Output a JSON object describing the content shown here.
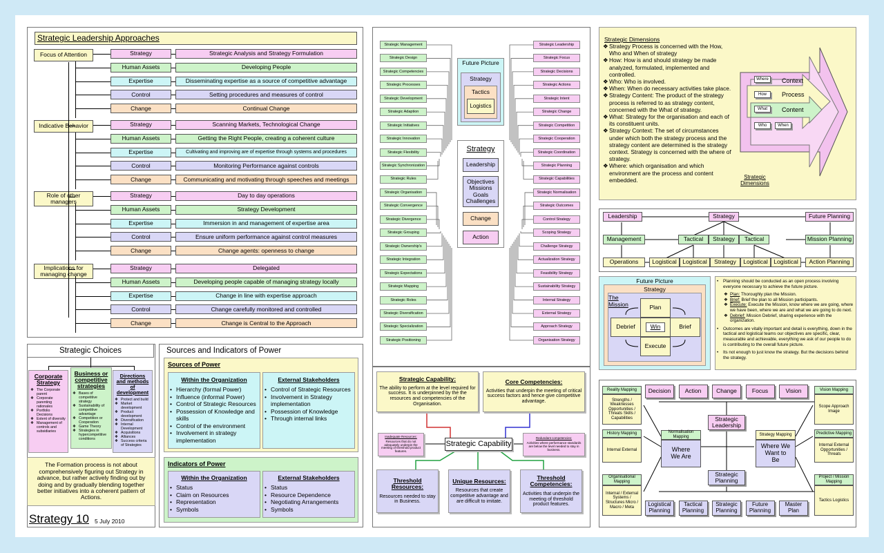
{
  "leadership": {
    "title": "Strategic Leadership Approaches",
    "groups": [
      {
        "name": "Focus of Attention",
        "rows": [
          [
            "Strategy",
            "Strategic Analysis and Strategy Formulation"
          ],
          [
            "Human Assets",
            "Developing People"
          ],
          [
            "Expertise",
            "Disseminating expertise as a source of competitive advantage"
          ],
          [
            "Control",
            "Setting procedures and measures of control"
          ],
          [
            "Change",
            "Continual Change"
          ]
        ]
      },
      {
        "name": "Indicative Behavior",
        "rows": [
          [
            "Strategy",
            "Scanning Markets, Technological Change"
          ],
          [
            "Human Assets",
            "Getting the Right People, creating a coherent culture"
          ],
          [
            "Expertise",
            "Cultivating and improving are of expertise through systems and procedures"
          ],
          [
            "Control",
            "Monitoring Performance against controls"
          ],
          [
            "Change",
            "Communicating and motivating through speeches and meetings"
          ]
        ]
      },
      {
        "name": "Role of other managers",
        "rows": [
          [
            "Strategy",
            "Day to day operations"
          ],
          [
            "Human Assets",
            "Strategy Development"
          ],
          [
            "Expertise",
            "Immersion in and management of expertise area"
          ],
          [
            "Control",
            "Ensure uniform performance against control measures"
          ],
          [
            "Change",
            "Change agents: openness to change"
          ]
        ]
      },
      {
        "name": "Implications for managing change",
        "rows": [
          [
            "Strategy",
            "Delegated"
          ],
          [
            "Human Assets",
            "Developing people capable of managing strategy locally"
          ],
          [
            "Expertise",
            "Change in line with expertise approach"
          ],
          [
            "Control",
            "Change carefully monitored and controlled"
          ],
          [
            "Change",
            "Change is Central to the Approach"
          ]
        ]
      }
    ]
  },
  "choices": {
    "title": "Strategic Choices",
    "cols": [
      {
        "head": "Corporate Strategy",
        "items": [
          "The Corporate parent",
          "Corporate parenting rationales",
          "Portfolio Decisions",
          "Extent of diversity",
          "Management of controls and subsidiaries"
        ]
      },
      {
        "head": "Business or competitive strategies",
        "items": [
          "Bases of competitive strategy",
          "Sustainability of competitive advantage",
          "Competition or Cooperation",
          "Game Theory",
          "Strategies in hypercompetitive conditions"
        ]
      },
      {
        "head": "Directions and methods of development",
        "items": [
          "Protect and build",
          "Market development",
          "Product development",
          "Diversification",
          "Internal Development",
          "Acquisitions",
          "Alliances",
          "Success criteria of Strategies"
        ]
      }
    ],
    "note": "The Formation process is not about comprehensively figuring out Strategy in advance, but rather actively finding out by doing and by gradually blending together better initiatives into a coherent pattern of Actions."
  },
  "footer": {
    "title": "Strategy 10",
    "date": "5 July 2010"
  },
  "power": {
    "title": "Sources and Indicators of Power",
    "sources": {
      "head": "Sources of Power",
      "inside_head": "Within the Organization",
      "inside": [
        "Hierarchy (formal Power)",
        "Influence (informal Power)",
        "Control of Strategic Resources",
        "Possession of Knowledge and skills",
        "Control of the environment",
        "Involvement in strategy implementation"
      ],
      "outside_head": "External Stakeholders",
      "outside": [
        "Control of Strategic Resources",
        "Involvement in Strategy implementation",
        "Possession of Knowledge",
        "Through internal links"
      ]
    },
    "indicators": {
      "head": "Indicators of Power",
      "inside_head": "Within the Organization",
      "inside": [
        "Status",
        "Claim on Resources",
        "Representation",
        "Symbols"
      ],
      "outside_head": "External Stakeholders",
      "outside": [
        "Status",
        "Resource Dependence",
        "Negotiating Arrangements",
        "Symbols"
      ]
    }
  },
  "hub": {
    "left": [
      "Strategic Management",
      "Strategic Design",
      "Strategic Competencies",
      "Strategic Processes",
      "Strategic Development",
      "Strategic Adaption",
      "Strategic Initiatives",
      "Strategic Innovation",
      "Strategic Flexibility",
      "Strategic Synchronization",
      "Strategic Rules",
      "Strategic Organisation",
      "Strategic Convergence",
      "Strategic Divergence",
      "Strategic Grouping",
      "Strategic Ownership's",
      "Strategic Integration",
      "Strategic Expectations",
      "Strategic Mapping",
      "Strategic Roles",
      "Strategic Diversification",
      "Strategic Specialization",
      "Strategic Positioning"
    ],
    "right": [
      "Strategic Leadership",
      "Strategic Focus",
      "Strategic Decisions",
      "Strategic Actions",
      "Strategic Intent",
      "Strategic Change",
      "Strategic Competition",
      "Strategic Cooperation",
      "Strategic Coordination",
      "Strategic Planning",
      "Strategic Capabilities",
      "Strategic Normalisation",
      "Strategic Outcomes",
      "Control Strategy",
      "Scoping Strategy",
      "Challenge Strategy",
      "Actualization Strategy",
      "Feasibility Strategy",
      "Sustainability Strategy",
      "Internal Strategy",
      "External Strategy",
      "Approach Strategy",
      "Organisation Strategy"
    ],
    "future": [
      "Future Picture",
      "Strategy",
      "Tactics",
      "Logistics"
    ],
    "center": {
      "title": "Strategy",
      "items": [
        "Leadership",
        "Objectives Missions Goals Challenges",
        "Change",
        "Action"
      ]
    }
  },
  "capability": {
    "cap_head": "Strategic Capability:",
    "cap_text": "The ability to perform at the level required for success. It is underpinned by the the resources and competencies of the Organisation.",
    "core_head": "Core Competencies:",
    "core_text": "Activities that underpin the meeting of critical success factors and hence give competitive advantage.",
    "center": "Strategic Capability",
    "inadequate_head": "Inadequate Resources:",
    "inadequate_text": "Resources that do not adequately underpin the meeting of threshold product features.",
    "redundant_head": "Redundant competencies:",
    "redundant_text": "Activities where performance standards are below the level needed to stay in business.",
    "threshold_res_head": "Threshold Resources:",
    "threshold_res_text": "Resources needed to stay in Business.",
    "unique_head": "Unique Resources:",
    "unique_text": "Resources that create competitive advantage and are difficult to imitate.",
    "threshold_comp_head": "Threshold Competencies:",
    "threshold_comp_text": "Activities that underpin the meeting of threshold product features."
  },
  "dimensions": {
    "title": "Strategic Dimensions",
    "items": [
      "Strategy Process is concerned with the How, Who and When of strategy",
      "How:  How is and should strategy be made analyzed, formulated, implemented and controlled.",
      "Who:  Who is involved.",
      "When:  When do necessary activities take place.",
      "Strategy Content:  The product of the strategy process is referred to as strategy content, concerned with the What of strategy.",
      "What: Strategy for the organisation and each of its constituent units.",
      "Strategy Context:  The set of circumstances under which both the strategy process and the strategy content are determined is the strategy context.  Strategy is concerned with the where of strategy.",
      "Where:  which organisation and which environment are the process and content embedded."
    ],
    "arrow": {
      "context": "Context",
      "process": "Process",
      "content": "Content",
      "where": "Where",
      "how": "How",
      "what": "What",
      "who": "Who",
      "when": "When"
    },
    "caption": "Strategic Dimensions"
  },
  "levels": {
    "leadership": "Leadership",
    "strategy": "Strategy",
    "future": "Future Planning",
    "management": "Management",
    "tactical": "Tactical",
    "mission": "Mission Planning",
    "operations": "Operations",
    "logistical": "Logistical",
    "action": "Action Planning"
  },
  "mission": {
    "title": "Future Picture",
    "sub": "Strategy",
    "label": "The Mission",
    "plan": "Plan",
    "debrief": "Debrief",
    "win": "Win",
    "brief": "Brief",
    "execute": "Execute"
  },
  "planning": {
    "items": [
      "Planning should be conducted as an open process involving everyone necessary to achieve the future picture."
    ],
    "steps": [
      [
        "Plan:",
        "Thoroughly plan the Mission."
      ],
      [
        "Brief:",
        "Brief the plan to all Mission participants."
      ],
      [
        "Execute:",
        "Execute the Mission, know where we are going, where we have been, where we are and what we are going to do next."
      ],
      [
        "Debrief:",
        "Mission Debrief, sharing experience with the organization."
      ]
    ],
    "more": [
      "Outcomes are vitally important and detail is everything, down in the tactical and logistical teams our objectives are specific, clear, measurable and achievable, everything we ask of our people to do is contributing to the overall future picture.",
      "Its not enough to just know the strategy. But the decisions behind the strategy."
    ]
  },
  "mapping": {
    "top": [
      "Decision",
      "Action",
      "Change",
      "Focus",
      "Vision"
    ],
    "leadership": "Strategic Leadership",
    "planning": "Strategic Planning",
    "norm": "Normalisation Mapping",
    "where_are": "Where We Are",
    "strat_map": "Strategy Mapping",
    "where_want": "Where We Want to Be",
    "bottom": [
      "Logistical Planning",
      "Tactical Planning",
      "Strategic Planning",
      "Future Planning",
      "Master Plan"
    ],
    "left": [
      [
        "Reality Mapping",
        "Strengths / Weaknesses Opportunities / Threats Skills / Capabilities"
      ],
      [
        "History Mapping",
        "Internal External"
      ],
      [
        "Organisational Mapping",
        "Internal / External Systems / Structures Micro / Macro / Meta"
      ]
    ],
    "right": [
      [
        "Vision Mapping",
        "Scope Approach Image"
      ],
      [
        "Predictive Mapping",
        "Internal External Opportunities / Threats"
      ],
      [
        "Project / Mission Mapping",
        "Tactics Logistics"
      ]
    ]
  }
}
